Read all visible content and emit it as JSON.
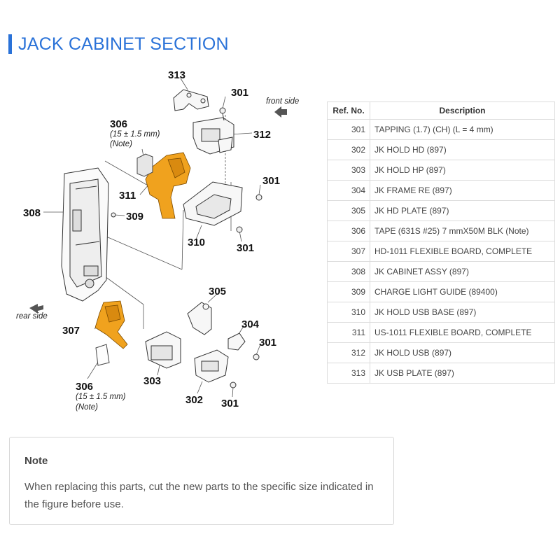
{
  "page": {
    "title": "JACK CABINET SECTION"
  },
  "diagram": {
    "labels": {
      "313": "313",
      "301_a": "301",
      "312": "312",
      "306_top": "306",
      "306_top_size": "(15 ± 1.5 mm)",
      "306_top_note": "(Note)",
      "front_side": "front side",
      "301_b": "301",
      "311": "311",
      "308": "308",
      "309": "309",
      "310": "310",
      "301_c": "301",
      "305": "305",
      "rear_side": "rear side",
      "304": "304",
      "307": "307",
      "301_d": "301",
      "303": "303",
      "306_bottom": "306",
      "306_bottom_size": "(15 ± 1.5 mm)",
      "306_bottom_note": "(Note)",
      "302": "302",
      "301_e": "301"
    },
    "colors": {
      "flex_board": "#f0a21e",
      "line": "#444444"
    }
  },
  "parts_table": {
    "headers": {
      "ref": "Ref. No.",
      "description": "Description"
    },
    "rows": [
      {
        "ref": "301",
        "description": "TAPPING (1.7) (CH) (L = 4 mm)"
      },
      {
        "ref": "302",
        "description": "JK HOLD HD (897)"
      },
      {
        "ref": "303",
        "description": "JK HOLD HP (897)"
      },
      {
        "ref": "304",
        "description": "JK FRAME RE (897)"
      },
      {
        "ref": "305",
        "description": "JK HD PLATE (897)"
      },
      {
        "ref": "306",
        "description": "TAPE (631S #25) 7 mmX50M BLK (Note)"
      },
      {
        "ref": "307",
        "description": "HD-1011 FLEXIBLE BOARD, COMPLETE"
      },
      {
        "ref": "308",
        "description": "JK CABINET ASSY (897)"
      },
      {
        "ref": "309",
        "description": "CHARGE LIGHT GUIDE (89400)"
      },
      {
        "ref": "310",
        "description": "JK HOLD USB BASE (897)"
      },
      {
        "ref": "311",
        "description": "US-1011 FLEXIBLE BOARD, COMPLETE"
      },
      {
        "ref": "312",
        "description": "JK HOLD USB (897)"
      },
      {
        "ref": "313",
        "description": "JK USB PLATE (897)"
      }
    ]
  },
  "note": {
    "title": "Note",
    "text": "When replacing this parts, cut the new parts to the specific size indicated in the figure before use."
  }
}
